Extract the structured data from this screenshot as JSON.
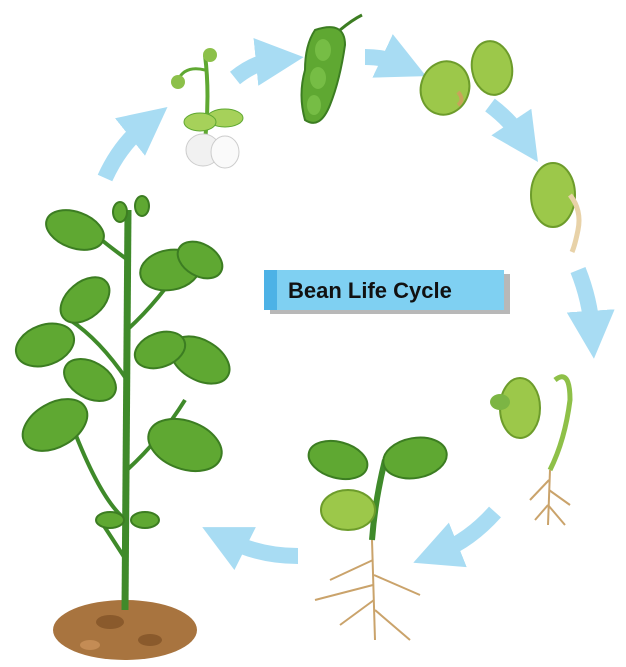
{
  "title": "Bean Life Cycle",
  "stages": [
    "mature-plant",
    "flower",
    "bean-pod",
    "seeds",
    "germinating-seed",
    "sprout",
    "seedling"
  ],
  "colors": {
    "arrow": "#a8dcf3",
    "leaf": "#5fa832",
    "leaf_dark": "#3c7d22",
    "bean": "#9cc84a",
    "soil": "#a8743f",
    "title_bg": "#7fd0f2",
    "title_stripe": "#4db2e6"
  }
}
